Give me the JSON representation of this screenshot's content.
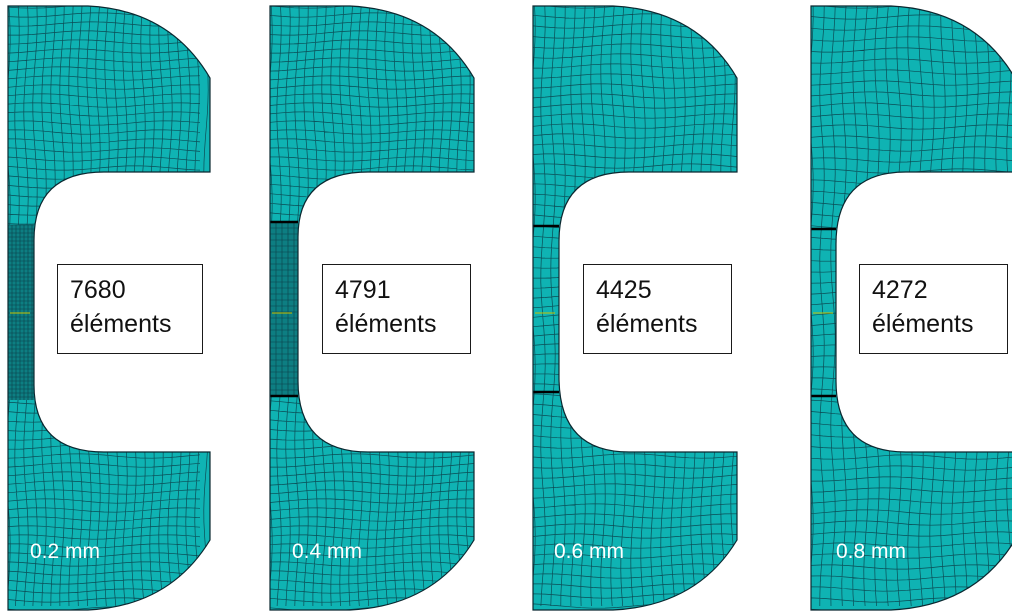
{
  "colors": {
    "mesh_fill": "#0fb3b3",
    "mesh_line": "#0b3a44",
    "refined_fill": "#0d7e82",
    "outline": "#0a2830",
    "background": "#ffffff",
    "label_text": "#ffffff",
    "box_border": "#1a1a1a",
    "box_text": "#111111"
  },
  "panels": [
    {
      "id": "p1",
      "element_count": "7680",
      "element_unit": "éléments",
      "mesh_size": "0.2 mm"
    },
    {
      "id": "p2",
      "element_count": "4791",
      "element_unit": "éléments",
      "mesh_size": "0.4 mm"
    },
    {
      "id": "p3",
      "element_count": "4425",
      "element_unit": "éléments",
      "mesh_size": "0.6 mm"
    },
    {
      "id": "p4",
      "element_count": "4272",
      "element_unit": "éléments",
      "mesh_size": "0.8 mm"
    }
  ]
}
